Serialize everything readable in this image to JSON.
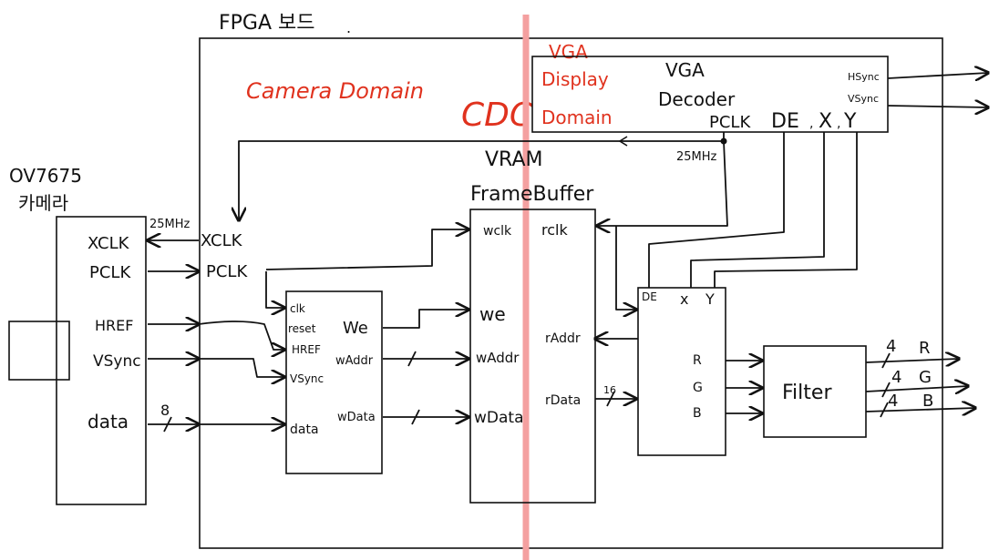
{
  "title": "FPGA 보드",
  "domains": {
    "camera": "Camera Domain",
    "cdc": "CDC",
    "vga_line1": "VGA",
    "vga_line2": "Display",
    "vga_line3": "Domain"
  },
  "camera": {
    "name_line1": "OV7675",
    "name_line2": "카메라",
    "pins": [
      "XCLK",
      "PCLK",
      "HREF",
      "VSync",
      "data"
    ]
  },
  "freq_25mhz": "25MHz",
  "data_width": "8",
  "fpga_pins": {
    "xclk": "XCLK",
    "pclk": "PCLK"
  },
  "capture": {
    "inputs": [
      "clk",
      "reset",
      "HREF",
      "VSync",
      "data"
    ],
    "outputs": [
      "We",
      "wAddr",
      "wData"
    ]
  },
  "vram": {
    "title_line1": "VRAM",
    "title_line2": "FrameBuffer",
    "left": [
      "wclk",
      "we",
      "wAddr",
      "wData"
    ],
    "right": [
      "rclk",
      "rAddr",
      "rData"
    ]
  },
  "vga_decoder": {
    "title_line1": "VGA",
    "title_line2": "Decoder",
    "outputs": [
      "PCLK",
      "DE",
      "X",
      "Y"
    ],
    "sync": [
      "HSync",
      "VSync"
    ]
  },
  "rgb_block": {
    "inputs": [
      "DE",
      "x",
      "Y"
    ],
    "outputs": [
      "R",
      "G",
      "B"
    ]
  },
  "filter": {
    "label": "Filter",
    "outputs": [
      "R",
      "G",
      "B"
    ],
    "width": "4"
  },
  "bus_width_rdata": "16"
}
